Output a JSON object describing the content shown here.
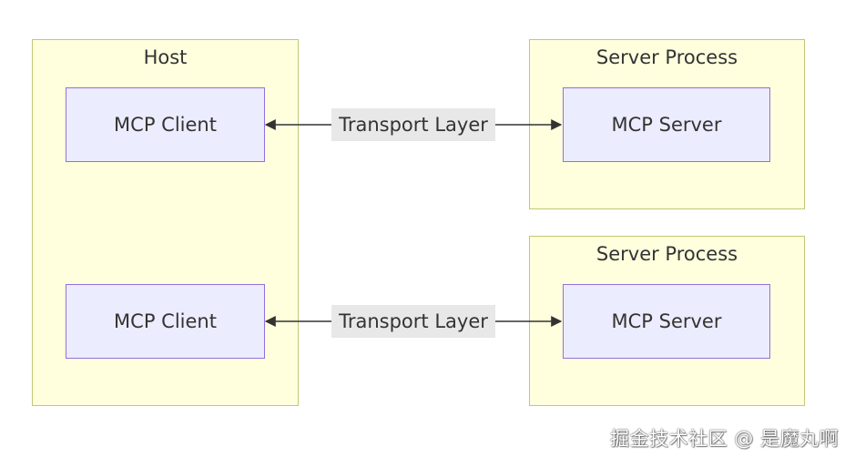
{
  "diagram": {
    "host": {
      "title": "Host",
      "clients": [
        "MCP Client",
        "MCP Client"
      ]
    },
    "server_processes": [
      {
        "title": "Server Process",
        "server": "MCP Server"
      },
      {
        "title": "Server Process",
        "server": "MCP Server"
      }
    ],
    "edges": [
      {
        "from": "MCP Client",
        "to": "MCP Server",
        "label": "Transport Layer",
        "direction": "bidirectional"
      },
      {
        "from": "MCP Client",
        "to": "MCP Server",
        "label": "Transport Layer",
        "direction": "bidirectional"
      }
    ],
    "colors": {
      "cluster_fill": "#ffffde",
      "cluster_border": "#c2c876",
      "node_fill": "#ececff",
      "node_border": "#9370db",
      "edge_label_bg": "#e8e8e8",
      "edge_stroke": "#333333"
    }
  },
  "watermark": "掘金技术社区 @ 是魔丸啊"
}
